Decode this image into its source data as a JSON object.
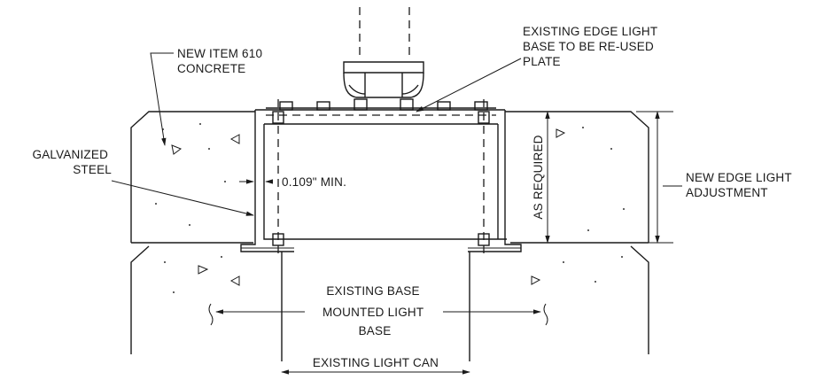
{
  "labels": {
    "new_item_concrete": [
      "NEW ITEM 610",
      "CONCRETE"
    ],
    "existing_plate": [
      "EXISTING EDGE LIGHT",
      "BASE TO BE RE-USED",
      "PLATE"
    ],
    "galvanized_steel": [
      "GALVANIZED",
      "STEEL"
    ],
    "min_thickness": "0.109\" MIN.",
    "as_required": "AS REQUIRED",
    "new_edge_light_adjustment": [
      "NEW EDGE LIGHT",
      "ADJUSTMENT"
    ],
    "existing_base": [
      "EXISTING BASE",
      "MOUNTED LIGHT",
      "BASE"
    ],
    "existing_light_can": "EXISTING LIGHT CAN"
  }
}
